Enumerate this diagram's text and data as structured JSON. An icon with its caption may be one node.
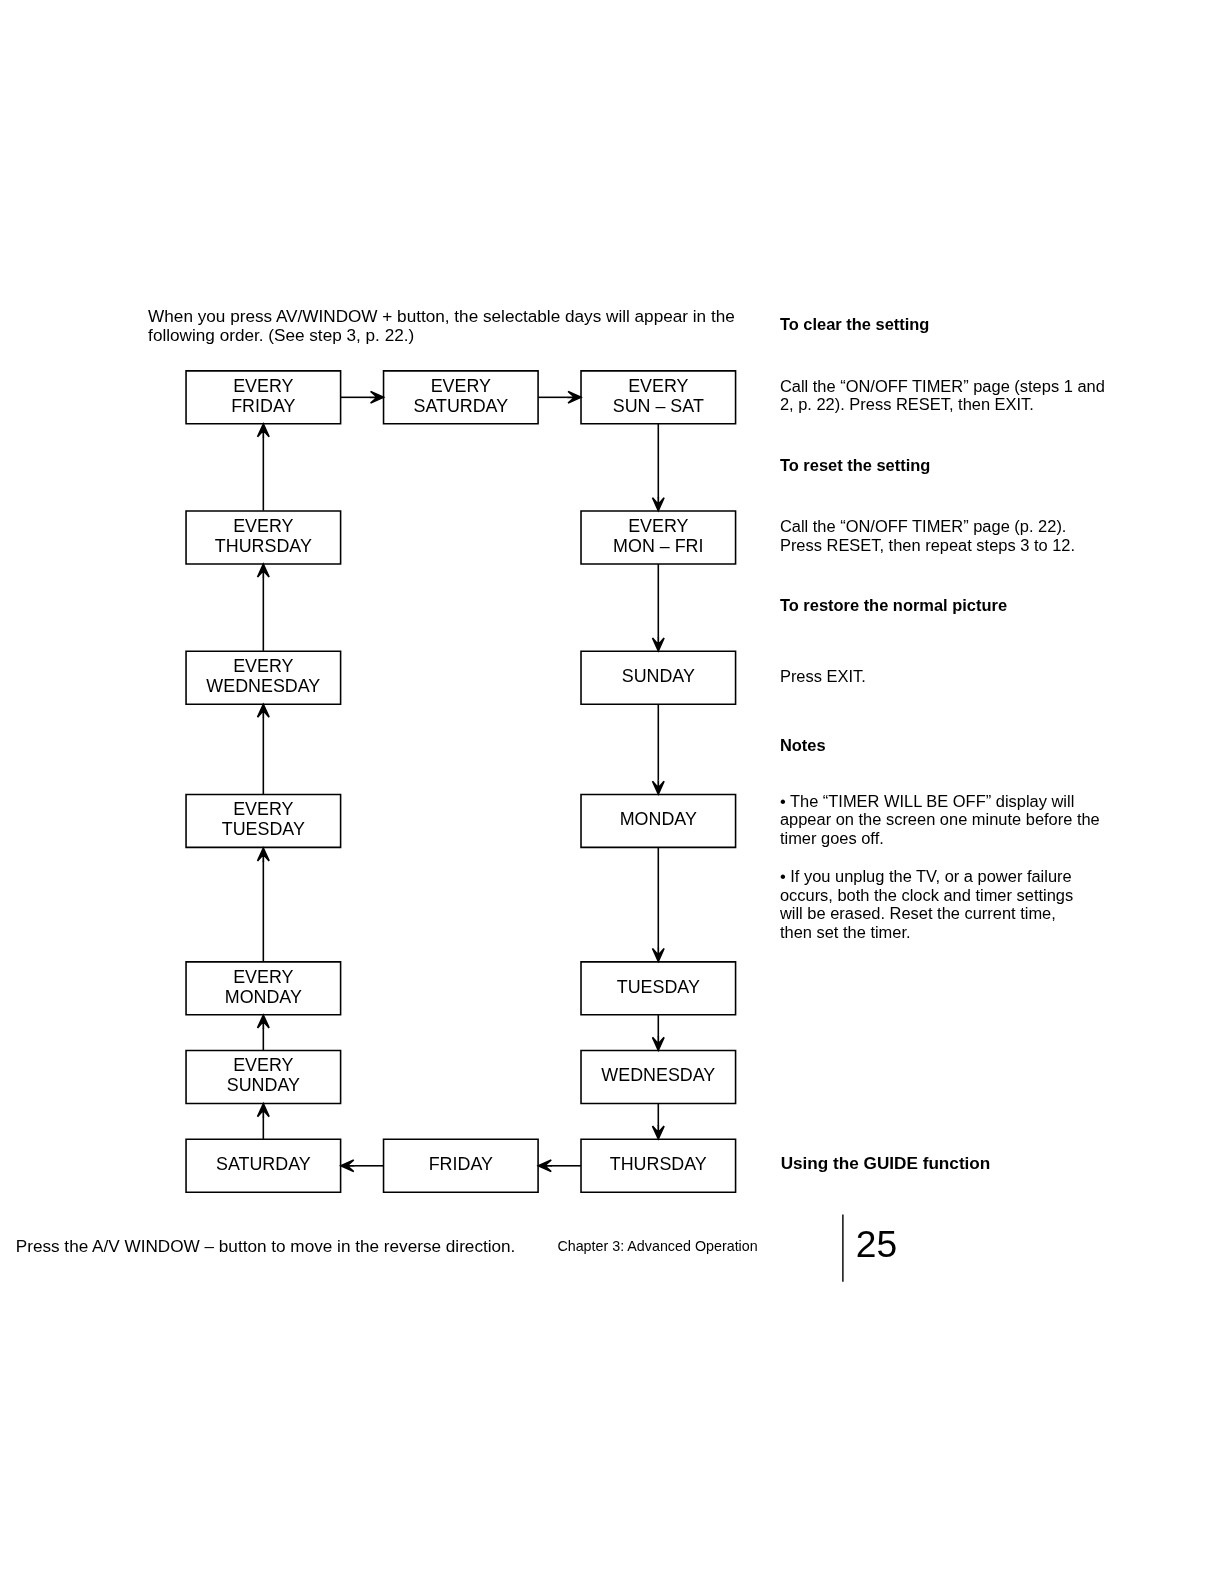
{
  "diagram": {
    "nodes": [
      {
        "text": [
          "EVERY FRIDAY"
        ]
      },
      {
        "text": [
          "EVERY SATURDAY"
        ]
      },
      {
        "text": [
          "EVERY SUN – SAT"
        ]
      },
      {
        "text": [
          "EVERY THURSDAY"
        ]
      },
      {
        "text": [
          "EVERY MON – FRI"
        ]
      },
      {
        "text": [
          "EVERY WEDNESDAY"
        ]
      },
      {
        "text": [
          "SUNDAY"
        ]
      },
      {
        "text": [
          "EVERY TUESDAY"
        ]
      },
      {
        "text": [
          "MONDAY"
        ]
      },
      {
        "text": [
          "EVERY MONDAY"
        ]
      },
      {
        "text": [
          "TUESDAY"
        ]
      },
      {
        "text": [
          "EVERY SUNDAY"
        ]
      },
      {
        "text": [
          "WEDNESDAY"
        ]
      },
      {
        "text": [
          "SATURDAY"
        ]
      },
      {
        "text": [
          "FRIDAY"
        ]
      },
      {
        "text": [
          "THURSDAY"
        ]
      }
    ],
    "edges": [
      {
        "from": 0,
        "to": 1,
        "arrow": "to"
      },
      {
        "from": 1,
        "to": 2,
        "arrow": "to"
      },
      {
        "from": 2,
        "to": 4,
        "arrow": "to"
      },
      {
        "from": 4,
        "to": 6,
        "arrow": "to"
      },
      {
        "from": 6,
        "to": 8,
        "arrow": "to"
      },
      {
        "from": 8,
        "to": 10,
        "arrow": "to"
      },
      {
        "from": 10,
        "to": 12,
        "arrow": "to"
      },
      {
        "from": 12,
        "to": 15,
        "arrow": "to"
      },
      {
        "from": 15,
        "to": 14,
        "arrow": "to"
      },
      {
        "from": 14,
        "to": 13,
        "arrow": "to"
      },
      {
        "from": 13,
        "to": 11,
        "arrow": "to"
      },
      {
        "from": 11,
        "to": 9,
        "arrow": "to"
      },
      {
        "from": 9,
        "to": 7,
        "arrow": "to"
      },
      {
        "from": 7,
        "to": 5,
        "arrow": "to"
      },
      {
        "from": 5,
        "to": 3,
        "arrow": "to"
      },
      {
        "from": 3,
        "to": 0,
        "arrow": "to"
      }
    ],
    "labels": [
      "When you press AV/WINDOW + button, the selectable days will appear in the following order. (See step 3, p. 22.)",
      "Press the A/V WINDOW – button to move in the reverse direction.",
      "To clear the setting",
      "Call the “ON/OFF TIMER” page (steps 1 and 2, p. 22). Press RESET, then EXIT.",
      "To reset the setting",
      "Call the “ON/OFF TIMER” page (p. 22). Press RESET, then repeat steps 3 to 12.",
      "To restore the normal picture",
      "Press EXIT.",
      "Notes",
      "• The “TIMER WILL BE OFF” display will appear on the screen one minute before the timer goes off.",
      "• If you unplug the TV, or a power failure occurs, both the clock and timer settings will be erased. Reset the current time, then set the timer.",
      "Using the GUIDE function",
      "Chapter 3: Advanced Operation",
      "25"
    ]
  }
}
